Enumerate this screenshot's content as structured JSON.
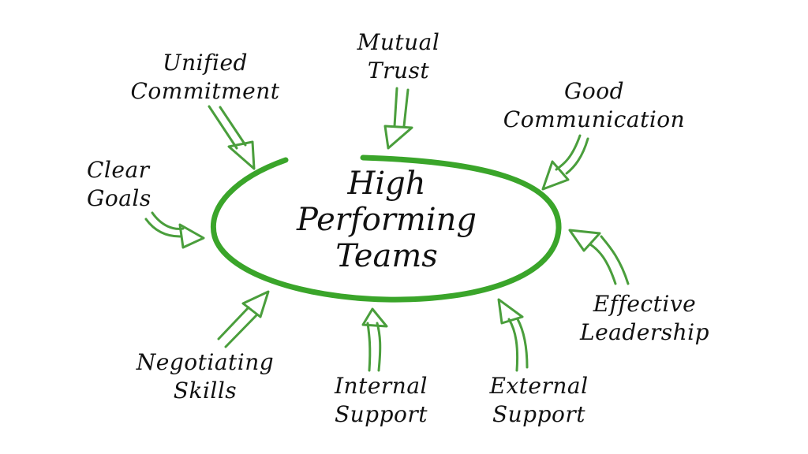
{
  "diagram": {
    "title": "High Performing Teams",
    "center": {
      "line1": "High",
      "line2": "Performing",
      "line3": "Teams"
    },
    "accent_color": "#3aa52a",
    "arrow_color": "#4a9e3c",
    "nodes": [
      {
        "id": "unified-commitment",
        "line1": "Unified",
        "line2": "Commitment"
      },
      {
        "id": "mutual-trust",
        "line1": "Mutual",
        "line2": "Trust"
      },
      {
        "id": "good-communication",
        "line1": "Good",
        "line2": "Communication"
      },
      {
        "id": "clear-goals",
        "line1": "Clear",
        "line2": "Goals"
      },
      {
        "id": "effective-leadership",
        "line1": "Effective",
        "line2": "Leadership"
      },
      {
        "id": "negotiating-skills",
        "line1": "Negotiating",
        "line2": "Skills"
      },
      {
        "id": "internal-support",
        "line1": "Internal",
        "line2": "Support"
      },
      {
        "id": "external-support",
        "line1": "External",
        "line2": "Support"
      }
    ]
  }
}
